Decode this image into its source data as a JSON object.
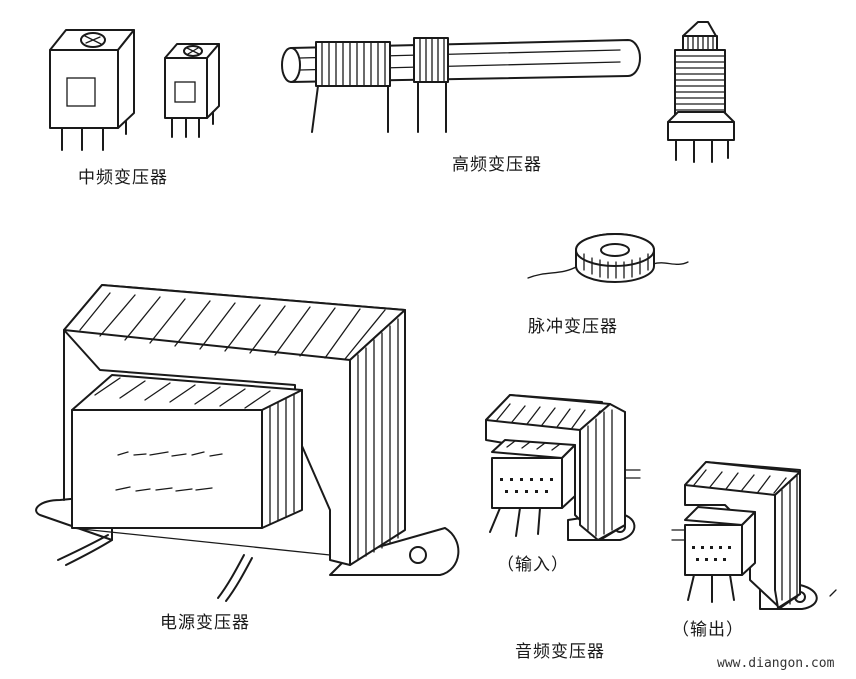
{
  "labels": {
    "if_transformer": "中频变压器",
    "hf_transformer": "高频变压器",
    "pulse_transformer": "脉冲变压器",
    "power_transformer": "电源变压器",
    "audio_input": "（输入）",
    "audio_output": "（输出）",
    "audio_transformer": "音频变压器"
  },
  "watermark": "www.diangon.com",
  "colors": {
    "ink": "#1a1a1a",
    "paper": "#ffffff"
  }
}
